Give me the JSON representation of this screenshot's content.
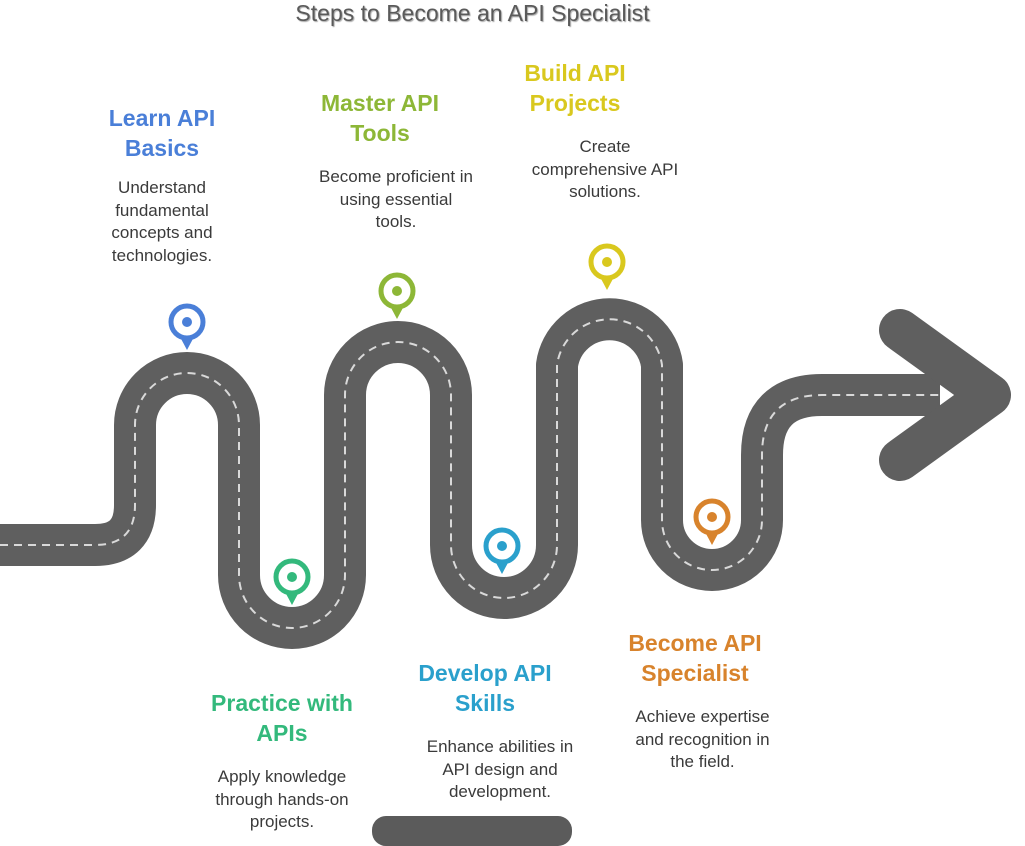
{
  "title": "Steps to Become an API Specialist",
  "colors": {
    "road": "#5f5f5f",
    "dash": "#d9d9d9",
    "blue": "#4a7fd8",
    "lime": "#8db737",
    "yellow": "#d9c81e",
    "green": "#33b97c",
    "cyan": "#2aa0cc",
    "orange": "#d8832c"
  },
  "steps": [
    {
      "id": "learn",
      "title": "Learn API\nBasics",
      "desc": "Understand\nfundamental\nconcepts and\ntechnologies.",
      "color": "blue",
      "icon": "location-pin-icon"
    },
    {
      "id": "practice",
      "title": "Practice with\nAPIs",
      "desc": "Apply knowledge\nthrough hands-on\nprojects.",
      "color": "green",
      "icon": "location-pin-icon"
    },
    {
      "id": "master",
      "title": "Master API\nTools",
      "desc": "Become proficient in\nusing essential\ntools.",
      "color": "lime",
      "icon": "location-pin-icon"
    },
    {
      "id": "develop",
      "title": "Develop API\nSkills",
      "desc": "Enhance abilities in\nAPI design and\ndevelopment.",
      "color": "cyan",
      "icon": "location-pin-icon"
    },
    {
      "id": "build",
      "title": "Build API\nProjects",
      "desc": "Create\ncomprehensive API\nsolutions.",
      "color": "yellow",
      "icon": "location-pin-icon"
    },
    {
      "id": "specialist",
      "title": "Become API\nSpecialist",
      "desc": "Achieve expertise\nand recognition in\nthe field.",
      "color": "orange",
      "icon": "location-pin-icon"
    }
  ]
}
